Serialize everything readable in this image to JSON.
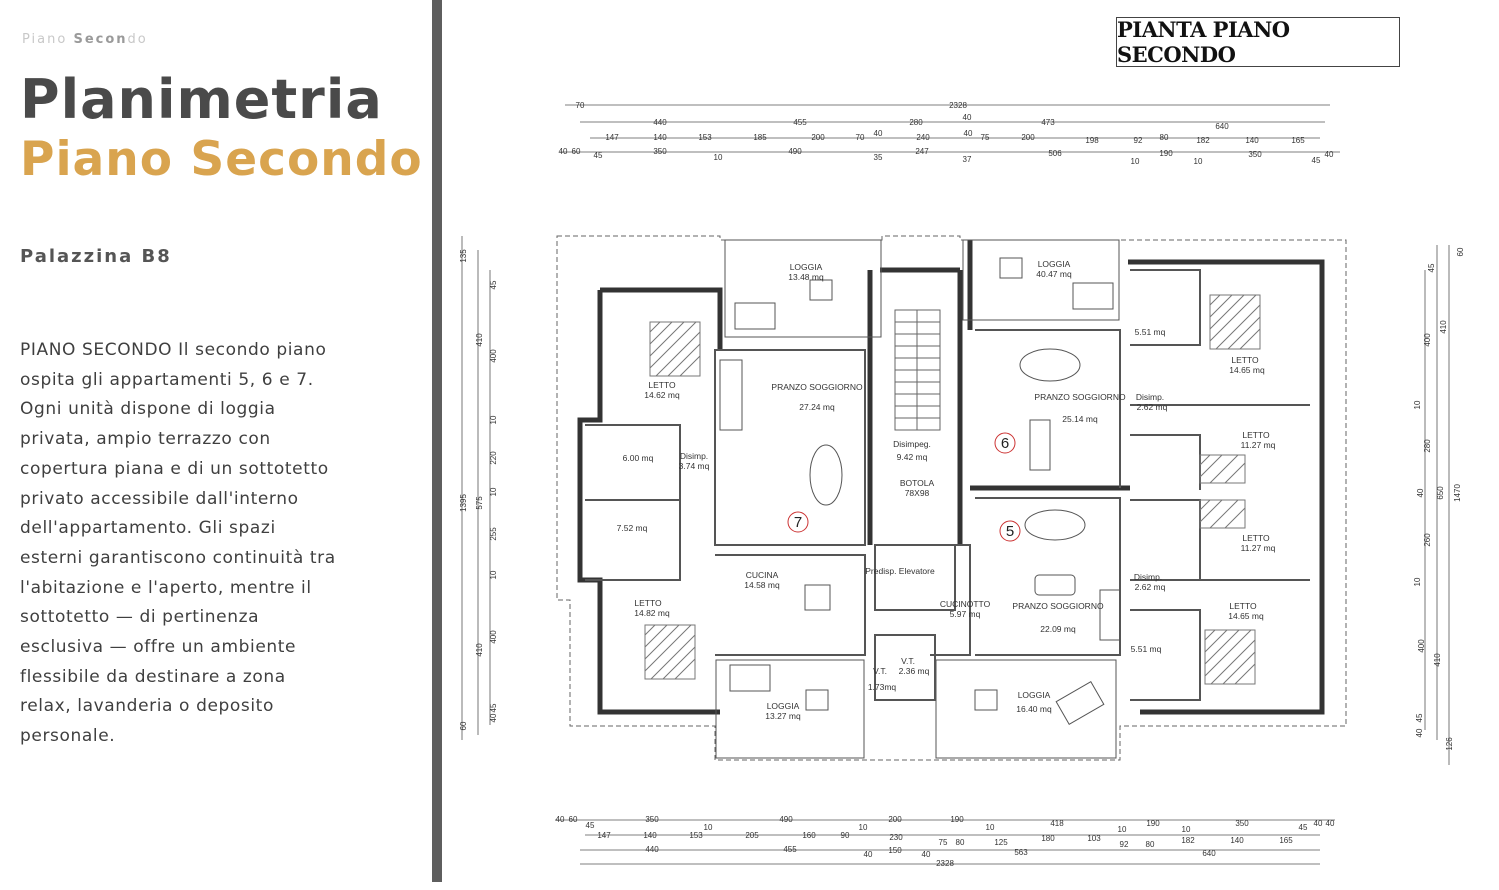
{
  "sidebar": {
    "eyebrow_a": "Piano ",
    "eyebrow_b": "Secon",
    "eyebrow_c": "do",
    "title_line1": "Planimetria",
    "title_line2": "Piano Secondo",
    "subtitle": "Palazzina B8",
    "description": "PIANO SECONDO Il secondo piano ospita gli appartamenti 5, 6 e 7. Ogni unità dispone di loggia privata, ampio terrazzo con copertura piana e di un sottotetto privato accessibile dall'interno dell'appartamento. Gli spazi esterni garantiscono continuità tra l'abitazione e l'aperto, mentre il sottotetto — di pertinenza esclusiva — offre un ambiente flessibile da destinare a zona relax, lavanderia o deposito personale."
  },
  "plan": {
    "title": "PIANTA PIANO SECONDO",
    "accent_color": "#d9a44f",
    "dim_top": {
      "row1": [
        "70",
        "2328"
      ],
      "row2": [
        "440",
        "455",
        "280",
        "40",
        "473",
        "640"
      ],
      "row3": [
        "147",
        "140",
        "153",
        "185",
        "200",
        "70",
        "40",
        "240",
        "40",
        "75",
        "200",
        "198",
        "92",
        "80",
        "182",
        "140",
        "165"
      ],
      "row4": [
        "40",
        "60",
        "45",
        "350",
        "10",
        "490",
        "35",
        "247",
        "37",
        "506",
        "10",
        "190",
        "10",
        "350",
        "45",
        "40"
      ]
    },
    "dim_bottom": {
      "row1": [
        "40",
        "60",
        "45",
        "350",
        "10",
        "490",
        "10",
        "200",
        "190",
        "10",
        "418",
        "10",
        "190",
        "10",
        "350",
        "45",
        "40",
        "40"
      ],
      "row2": [
        "147",
        "140",
        "153",
        "205",
        "160",
        "90",
        "230",
        "75",
        "80",
        "125",
        "180",
        "103",
        "92",
        "80",
        "182",
        "140",
        "165"
      ],
      "row3": [
        "440",
        "455",
        "40",
        "150",
        "40",
        "563",
        "640"
      ],
      "row4": [
        "2328"
      ]
    },
    "dim_left": [
      "135",
      "45",
      "410",
      "400",
      "10",
      "220",
      "10",
      "255",
      "575",
      "1395",
      "10",
      "400",
      "410",
      "45",
      "40",
      "60"
    ],
    "dim_right": [
      "60",
      "45",
      "400",
      "410",
      "10",
      "280",
      "650",
      "1470",
      "40",
      "260",
      "10",
      "400",
      "410",
      "45",
      "40",
      "126"
    ],
    "apartments": [
      {
        "num": "7",
        "rooms": [
          {
            "name": "LOGGIA",
            "area": "13.48 mq"
          },
          {
            "name": "LETTO",
            "area": "14.62 mq"
          },
          {
            "name": "PRANZO SOGGIORNO",
            "area": "27.24 mq"
          },
          {
            "name": "",
            "area": "6.00 mq"
          },
          {
            "name": "Disimp.",
            "area": "3.74 mq"
          },
          {
            "name": "",
            "area": "7.52 mq"
          },
          {
            "name": "CUCINA",
            "area": "14.58 mq"
          },
          {
            "name": "LETTO",
            "area": "14.82 mq"
          },
          {
            "name": "LOGGIA",
            "area": "13.27 mq"
          }
        ]
      },
      {
        "num": "6",
        "rooms": [
          {
            "name": "LOGGIA",
            "area": "40.47 mq"
          },
          {
            "name": "PRANZO SOGGIORNO",
            "area": "25.14 mq"
          },
          {
            "name": "",
            "area": "5.51 mq"
          },
          {
            "name": "LETTO",
            "area": "14.65 mq"
          },
          {
            "name": "Disimp.",
            "area": "2.62 mq"
          },
          {
            "name": "LETTO",
            "area": "11.27 mq"
          }
        ]
      },
      {
        "num": "5",
        "rooms": [
          {
            "name": "PRANZO SOGGIORNO",
            "area": "22.09 mq"
          },
          {
            "name": "CUCINOTTO",
            "area": "5.97 mq"
          },
          {
            "name": "LOGGIA",
            "area": "16.40 mq"
          },
          {
            "name": "LETTO",
            "area": "11.27 mq"
          },
          {
            "name": "Disimp.",
            "area": "2.62 mq"
          },
          {
            "name": "",
            "area": "5.51 mq"
          },
          {
            "name": "LETTO",
            "area": "14.65 mq"
          }
        ]
      }
    ],
    "common": [
      {
        "name": "Disimpeg.",
        "area": "9.42 mq"
      },
      {
        "name": "BOTOLA",
        "area": "78X98"
      },
      {
        "name": "Predisp. Elevatore",
        "area": ""
      },
      {
        "name": "V.T.",
        "area": "1.73mq"
      },
      {
        "name": "V.T.",
        "area": "2.36 mq"
      }
    ]
  }
}
